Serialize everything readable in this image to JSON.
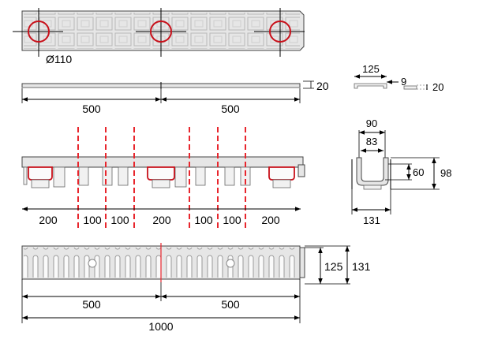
{
  "top_view": {
    "hole_diameter_label": "Ø110"
  },
  "grate_side_view": {
    "thickness_label": "20",
    "segment_left_label": "500",
    "segment_right_label": "500"
  },
  "grate_section": {
    "width_label": "125",
    "rebate_label": "9",
    "thickness_label": "20"
  },
  "channel_side_view": {
    "segments": [
      "200",
      "100",
      "100",
      "200",
      "100",
      "100",
      "200"
    ]
  },
  "channel_section": {
    "inner_top_label": "90",
    "inner_bottom_label": "83",
    "inner_depth_label": "60",
    "total_height_label": "98",
    "total_width_label": "131"
  },
  "plan_view": {
    "grate_width_label": "125",
    "channel_width_label": "131",
    "segment_left_label": "500",
    "segment_right_label": "500",
    "total_length_label": "1000"
  },
  "colors": {
    "accent_red": "#e8262d",
    "part_fill": "#e6e6e6",
    "outline": "#444444"
  }
}
